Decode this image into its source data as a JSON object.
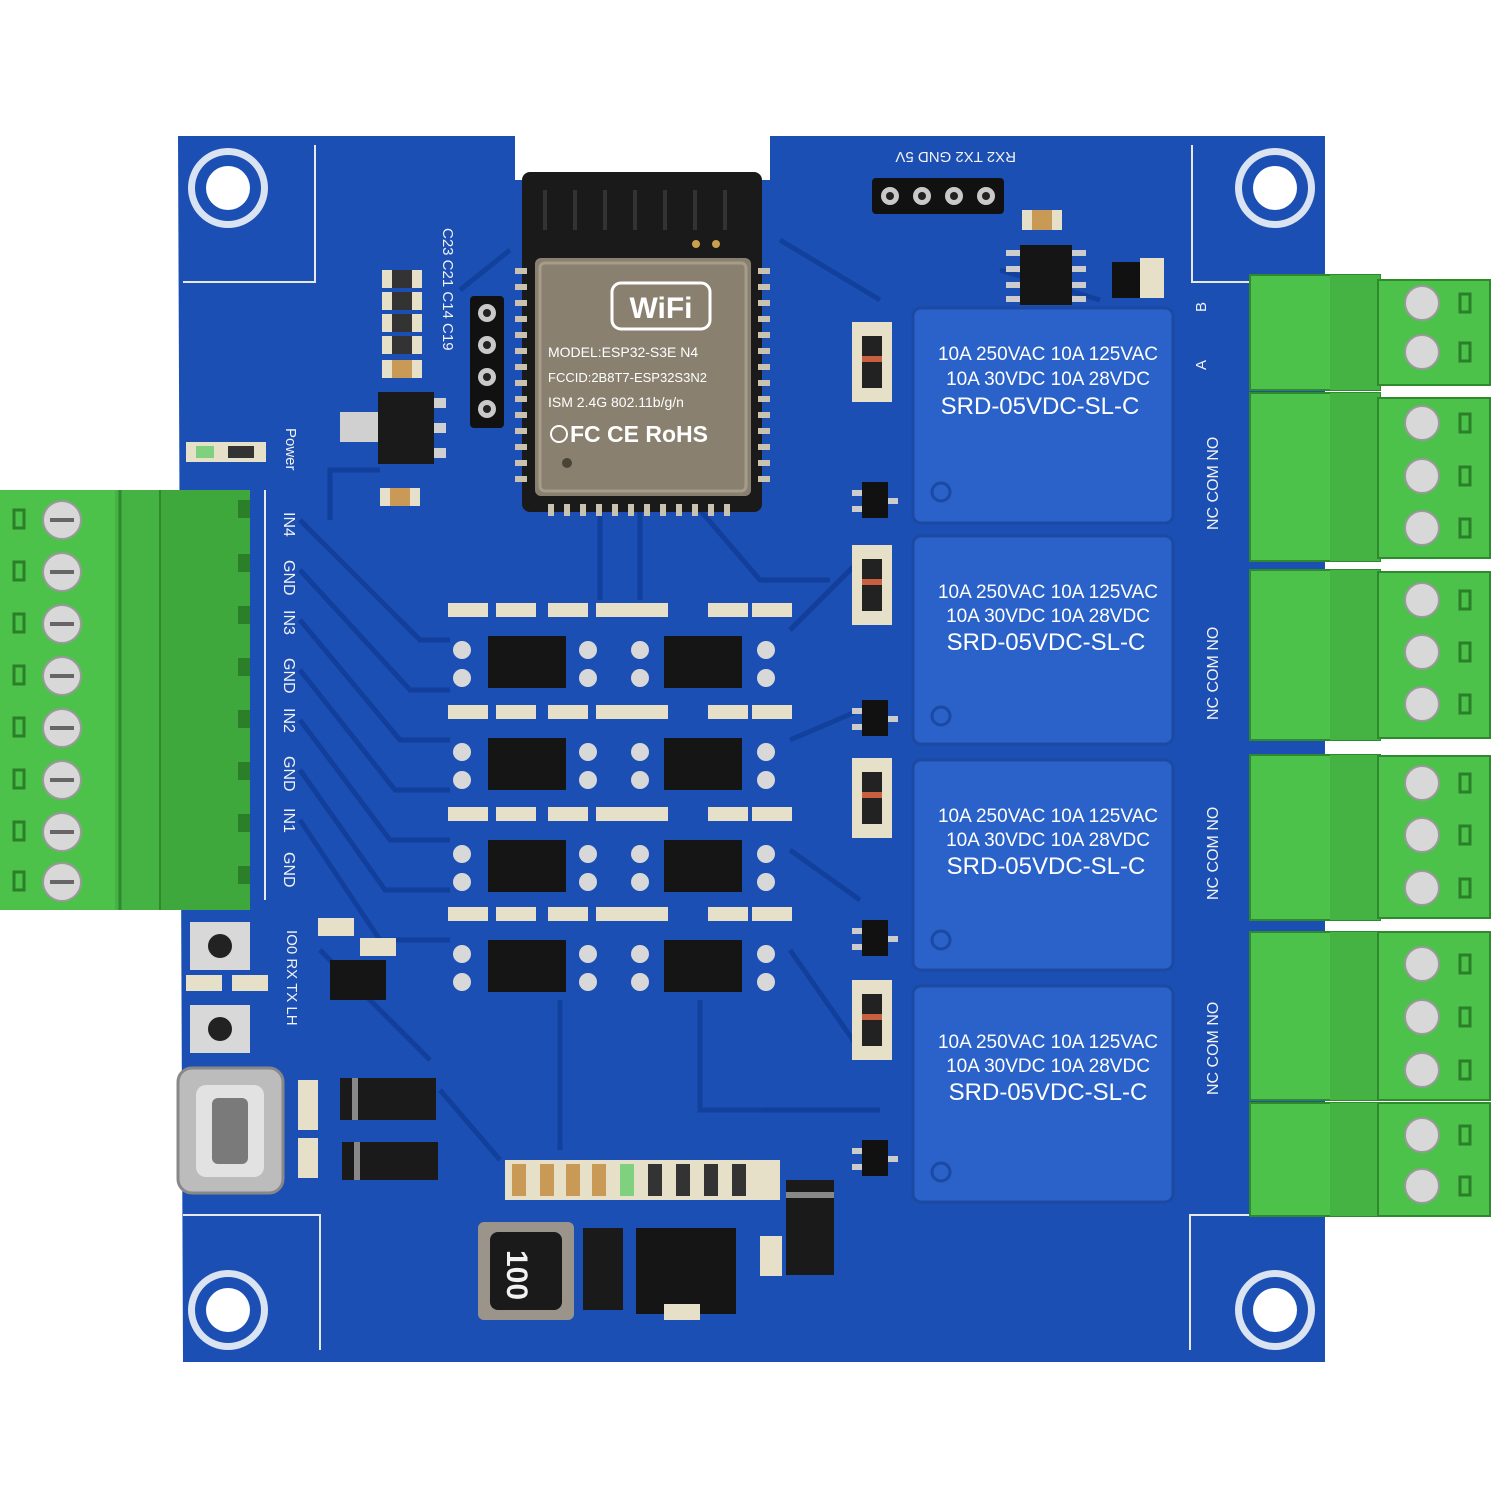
{
  "colors": {
    "pcb": "#1b4fb3",
    "pcb_dark": "#113a8f",
    "silkscreen": "#f2f2f2",
    "relay_body": "#2a62c9",
    "terminal_green": "#4cc24a",
    "module_shield": "#8a8070"
  },
  "wifi_module": {
    "logo": "WiFi",
    "model": "MODEL:ESP32-S3E N4",
    "fccid": "FCCID:2B8T7-ESP32S3N2",
    "ism": "ISM 2.4G 802.11b/g/n",
    "certs": "FC CE RoHS"
  },
  "relays": [
    {
      "line1": "10A 250VAC 10A 125VAC",
      "line2": "10A 30VDC 10A 28VDC",
      "model": "SRD-05VDC-SL-C"
    },
    {
      "line1": "10A 250VAC 10A 125VAC",
      "line2": "10A 30VDC 10A 28VDC",
      "model": "SRD-05VDC-SL-C"
    },
    {
      "line1": "10A 250VAC 10A 125VAC",
      "line2": "10A 30VDC 10A 28VDC",
      "model": "SRD-05VDC-SL-C"
    },
    {
      "line1": "10A 250VAC 10A 125VAC",
      "line2": "10A 30VDC 10A 28VDC",
      "model": "SRD-05VDC-SL-C"
    }
  ],
  "header_label": "RX2 TX2 GND 5V",
  "cap_labels": "C23 C21 C14 C19",
  "power_label": "Power",
  "input_labels": [
    "IN4",
    "GND",
    "IN3",
    "GND",
    "IN2",
    "GND",
    "IN1",
    "GND"
  ],
  "button_labels": "IO0 RX TX LH",
  "relay_terminal_labels": [
    "NC COM NO",
    "NC COM NO",
    "NC COM NO",
    "NC COM NO"
  ],
  "ab_labels": [
    "B",
    "A"
  ],
  "inductor_label": "100"
}
